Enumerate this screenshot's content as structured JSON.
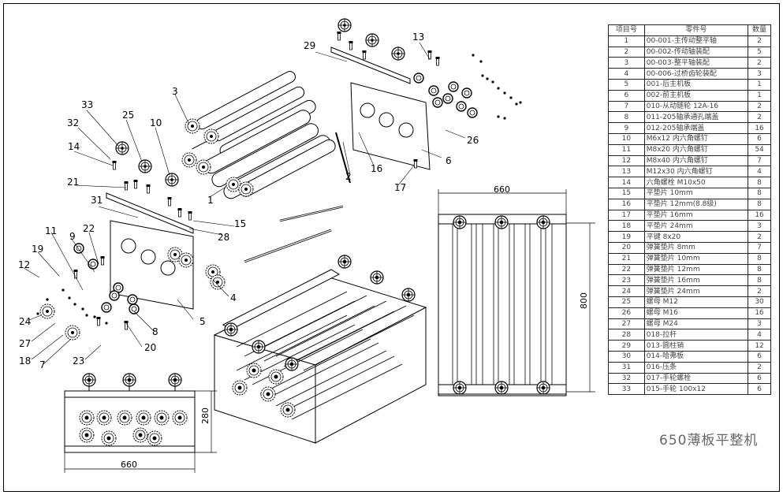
{
  "title": "650薄板平整机",
  "dimensions": {
    "top_width": "660",
    "top_height": "800",
    "front_width": "660",
    "front_height": "280"
  },
  "callouts": [
    "1",
    "2",
    "3",
    "4",
    "5",
    "6",
    "7",
    "8",
    "9",
    "10",
    "11",
    "12",
    "13",
    "14",
    "15",
    "16",
    "17",
    "18",
    "19",
    "20",
    "21",
    "22",
    "23",
    "24",
    "25",
    "26",
    "27",
    "28",
    "29",
    "31",
    "32",
    "33"
  ],
  "bom": {
    "headers": [
      "项目号",
      "零件号",
      "数量"
    ],
    "rows": [
      [
        "1",
        "00-001-主传动整平轴",
        "2"
      ],
      [
        "2",
        "00-002-传动轴装配",
        "5"
      ],
      [
        "3",
        "00-003-整平轴装配",
        "2"
      ],
      [
        "4",
        "00-006-过桥齿轮装配",
        "3"
      ],
      [
        "5",
        "001-后主机板",
        "1"
      ],
      [
        "6",
        "002-前主机板",
        "1"
      ],
      [
        "7",
        "010-从动链轮 12A-16",
        "2"
      ],
      [
        "8",
        "011-205轴承通孔端盖",
        "2"
      ],
      [
        "9",
        "012-205轴承端盖",
        "16"
      ],
      [
        "10",
        "M6x12 内六角螺钉",
        "6"
      ],
      [
        "11",
        "M8x20 内六角螺钉",
        "54"
      ],
      [
        "12",
        "M8x40 内六角螺钉",
        "7"
      ],
      [
        "13",
        "M12x30 内六角螺钉",
        "4"
      ],
      [
        "14",
        "六角螺栓 M10x50",
        "8"
      ],
      [
        "15",
        "平垫片 10mm",
        "8"
      ],
      [
        "16",
        "平垫片 12mm(8.8级)",
        "8"
      ],
      [
        "17",
        "平垫片 16mm",
        "16"
      ],
      [
        "18",
        "平垫片 24mm",
        "3"
      ],
      [
        "19",
        "平键 8x20",
        "2"
      ],
      [
        "20",
        "弹簧垫片 8mm",
        "7"
      ],
      [
        "21",
        "弹簧垫片 10mm",
        "8"
      ],
      [
        "22",
        "弹簧垫片 12mm",
        "8"
      ],
      [
        "23",
        "弹簧垫片 16mm",
        "8"
      ],
      [
        "24",
        "弹簧垫片 24mm",
        "2"
      ],
      [
        "25",
        "螺母 M12",
        "30"
      ],
      [
        "26",
        "螺母 M16",
        "16"
      ],
      [
        "27",
        "螺母 M24",
        "3"
      ],
      [
        "28",
        "018-拉杆",
        "4"
      ],
      [
        "29",
        "013-圆柱销",
        "12"
      ],
      [
        "30",
        "014-哈弗板",
        "6"
      ],
      [
        "31",
        "016-压条",
        "2"
      ],
      [
        "32",
        "017-手轮螺栓",
        "6"
      ],
      [
        "33",
        "015-手轮 100x12",
        "6"
      ]
    ]
  }
}
